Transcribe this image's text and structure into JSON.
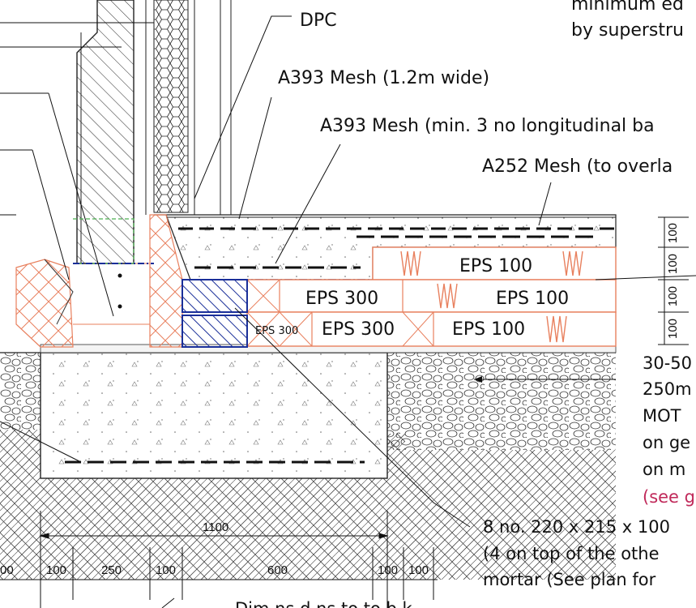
{
  "labels": {
    "dpc": "DPC",
    "mesh_a393_wide": "A393 Mesh (1.2m wide)",
    "mesh_a393_long": "A393 Mesh (min. 3 no longitudinal ba",
    "mesh_a252": "A252 Mesh (to overla",
    "top_note_1": "minimum ed",
    "top_note_2": "by superstru"
  },
  "eps": {
    "r1_main": "EPS 100",
    "r2_left": "EPS 300",
    "r2_right": "EPS 100",
    "r3_small": "EPS 300",
    "r3_mid": "EPS 300",
    "r3_right": "EPS 100"
  },
  "side_dims": [
    "100",
    "100",
    "100",
    "100"
  ],
  "hardcore_note": [
    "30-50",
    "250m",
    "MOT",
    "on ge",
    "on m",
    "(see g"
  ],
  "block_note": [
    "8 no. 220 x 215 x 100",
    "(4 on top of the othe",
    "mortar (See plan for"
  ],
  "bottom_caption": "Dim  ns d  ns  to  to b  k",
  "dims": {
    "overall": "1100",
    "segments": [
      "00",
      "100",
      "250",
      "100",
      "600",
      "100",
      "100"
    ]
  }
}
